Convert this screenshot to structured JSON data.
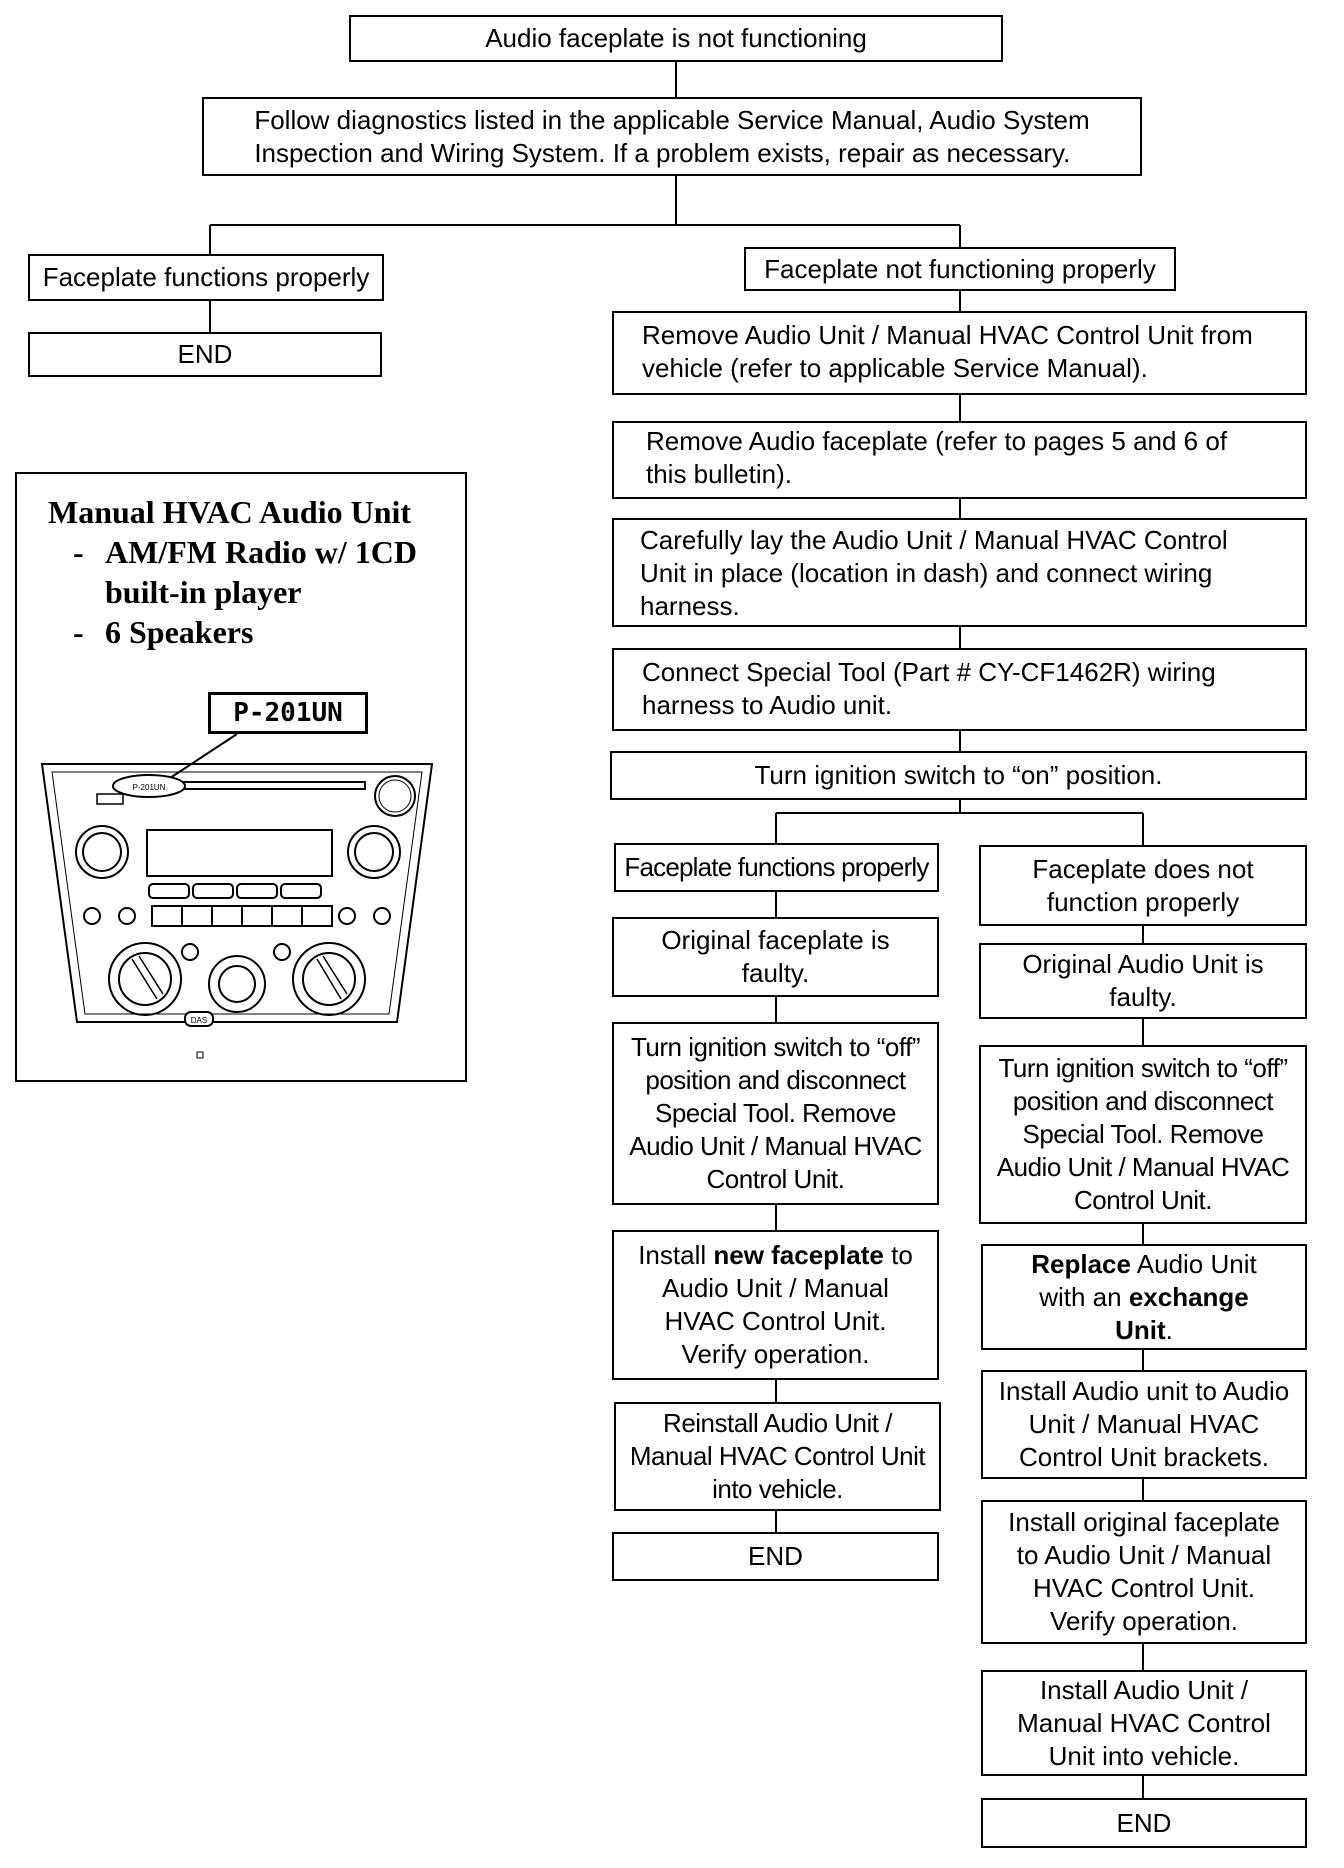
{
  "flow": {
    "start": "Audio faceplate is not functioning",
    "diagnostics": "Follow diagnostics listed in the applicable Service Manual, Audio System\nInspection and Wiring System. If a problem exists, repair as necessary.",
    "left_branch": {
      "functions_properly": "Faceplate functions properly",
      "end": "END"
    },
    "right_branch": {
      "not_functioning": "Faceplate not functioning properly",
      "step_remove_unit": "Remove Audio Unit / Manual HVAC Control Unit from\nvehicle (refer to applicable Service Manual).",
      "step_remove_faceplate": "Remove Audio faceplate (refer to pages 5 and 6 of\nthis bulletin).",
      "step_lay_unit": "Carefully lay the Audio Unit / Manual HVAC Control\nUnit in place (location in dash) and connect wiring\nharness.",
      "step_connect_tool": "Connect Special Tool (Part # CY-CF1462R) wiring\nharness to Audio unit.",
      "step_ignition_on": "Turn ignition switch to “on” position.",
      "sub_left": {
        "result": "Faceplate functions properly",
        "diagnosis": "Original faceplate is\nfaulty.",
        "ignition_off": "Turn ignition switch to “off”\nposition and disconnect\nSpecial Tool. Remove\nAudio Unit / Manual HVAC\nControl Unit.",
        "install_pre": "Install ",
        "install_bold": "new faceplate",
        "install_post": " to\nAudio Unit / Manual\nHVAC Control Unit.\nVerify operation.",
        "reinstall": "Reinstall Audio Unit /\nManual HVAC Control Unit\ninto vehicle.",
        "end": "END"
      },
      "sub_right": {
        "result": "Faceplate does not\nfunction properly",
        "diagnosis": "Original Audio Unit is\nfaulty.",
        "ignition_off": "Turn ignition switch to “off”\nposition and disconnect\nSpecial Tool. Remove\nAudio Unit / Manual HVAC\nControl Unit.",
        "replace_bold1": "Replace",
        "replace_mid": " Audio Unit\nwith an ",
        "replace_bold2": "exchange\nUnit",
        "replace_end": ".",
        "install_brackets": "Install Audio unit to Audio\nUnit / Manual HVAC\nControl Unit brackets.",
        "install_original": "Install original faceplate\nto Audio Unit / Manual\nHVAC Control Unit.\nVerify operation.",
        "install_vehicle": "Install Audio Unit /\nManual HVAC Control\nUnit into vehicle.",
        "end": "END"
      }
    }
  },
  "panel": {
    "title": "Manual HVAC Audio Unit",
    "items": [
      "AM/FM Radio w/ 1CD",
      "built-in player",
      "6 Speakers"
    ],
    "bullet": "-",
    "part_label": "P-201UN",
    "faceplate_tag": "P-201UN",
    "aux_label": "DAS"
  }
}
